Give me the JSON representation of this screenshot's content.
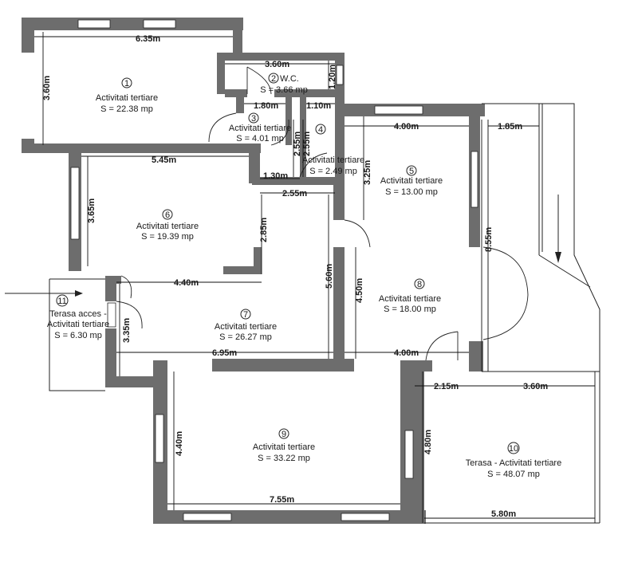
{
  "rooms": [
    {
      "num": "1",
      "name": "Activitati tertiare",
      "area": "S = 22.38 mp"
    },
    {
      "num": "2",
      "name": "W.C.",
      "area": "S = 3.66 mp"
    },
    {
      "num": "3",
      "name": "Activitati tertiare",
      "area": "S = 4.01 mp"
    },
    {
      "num": "4",
      "name": "Activitati tertiare",
      "area": "S = 2.49 mp"
    },
    {
      "num": "5",
      "name": "Activitati tertiare",
      "area": "S = 13.00 mp"
    },
    {
      "num": "6",
      "name": "Activitati tertiare",
      "area": "S = 19.39 mp"
    },
    {
      "num": "7",
      "name": "Activitati tertiare",
      "area": "S = 26.27 mp"
    },
    {
      "num": "8",
      "name": "Activitati tertiare",
      "area": "S = 18.00 mp"
    },
    {
      "num": "9",
      "name": "Activitati tertiare",
      "area": "S = 33.22 mp"
    },
    {
      "num": "10",
      "name": "Terasa - Activitati tertiare",
      "area": "S = 48.07 mp"
    },
    {
      "num": "11",
      "name_line1": "Terasa acces -",
      "name_line2": "Activitati tertiare",
      "area": "S = 6.30 mp"
    }
  ],
  "dimensions": {
    "d635": "6.35m",
    "d360a": "3.60m",
    "d360top": "3.60m",
    "d120": "1.20m",
    "d180": "1.80m",
    "d110": "1.10m",
    "d400a": "4.00m",
    "d185": "1.85m",
    "d255a": "2.55m",
    "d255b": "2.55m",
    "d545": "5.45m",
    "d130": "1.30m",
    "d325": "3.25m",
    "d255c": "2.55m",
    "d365": "3.65m",
    "d285": "2.85m",
    "d855": "8.55m",
    "d560": "5.60m",
    "d450": "4.50m",
    "d440a": "4.40m",
    "d335": "3.35m",
    "d695": "6.95m",
    "d400b": "4.00m",
    "d215": "2.15m",
    "d360b": "3.60m",
    "d440b": "4.40m",
    "d480": "4.80m",
    "d755": "7.55m",
    "d580": "5.80m"
  }
}
